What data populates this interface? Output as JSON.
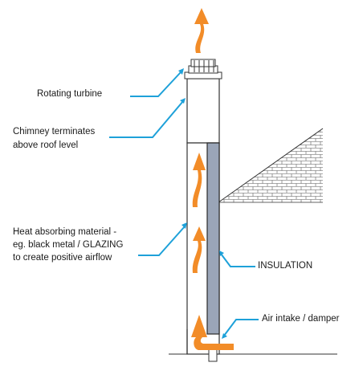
{
  "labels": {
    "rotating_turbine": "Rotating turbine",
    "chimney_line1": "Chimney terminates",
    "chimney_line2": "above roof level",
    "heat_line1": "Heat absorbing material -",
    "heat_line2": "eg. black metal / GLAZING",
    "heat_line3": "to create positive airflow",
    "insulation": "INSULATION",
    "air_intake": "Air intake / damper"
  },
  "colors": {
    "airflow_arrow": "#F28C28",
    "leader_line": "#1EA1D9",
    "insulation_panel": "#9AA5B8",
    "outline": "#2a2a2a"
  }
}
